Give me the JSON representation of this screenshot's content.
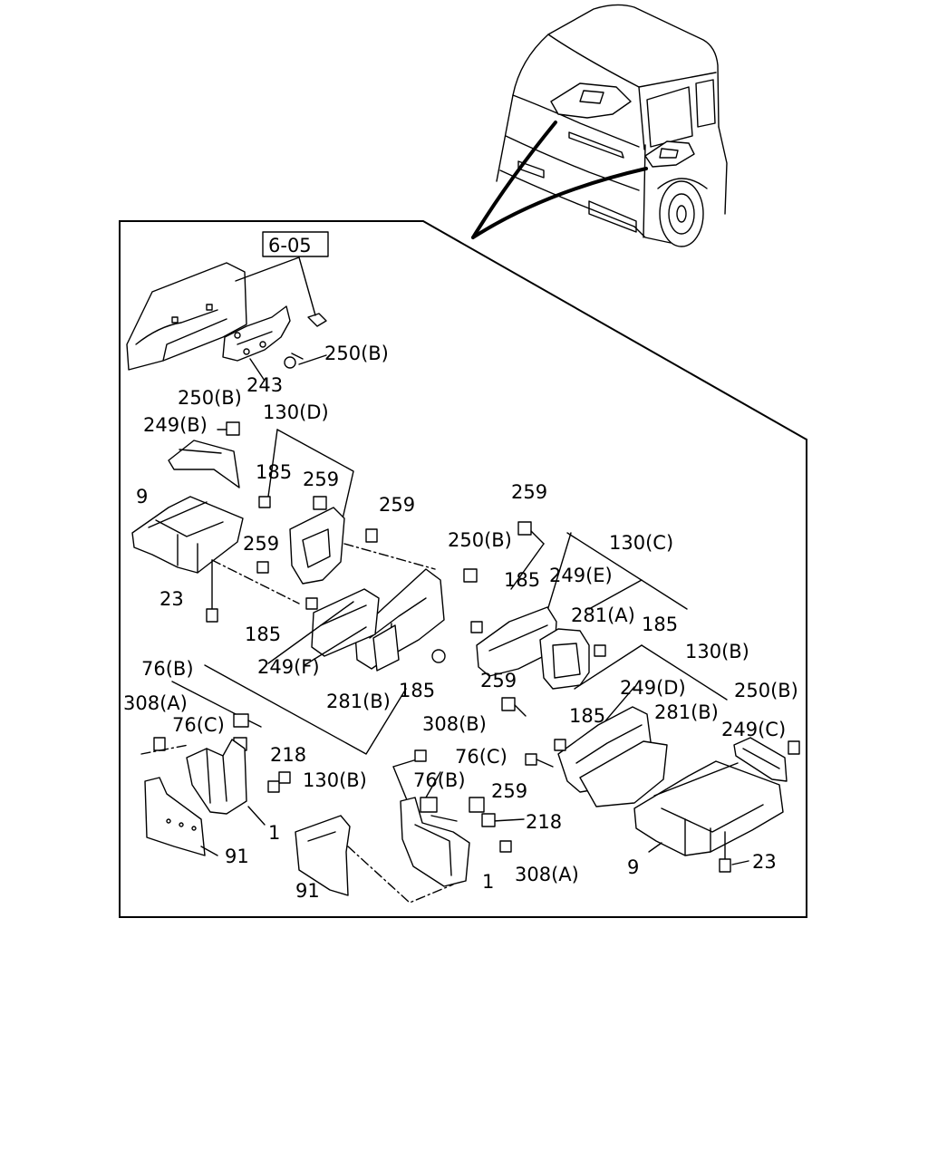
{
  "callouts": {
    "ref_6_05": "6-05",
    "l_250b_top": "250(B)",
    "l_243": "243",
    "l_250b_left": "250(B)",
    "l_249b": "249(B)",
    "l_130d": "130(D)",
    "l_185_a": "185",
    "l_259_a": "259",
    "l_9_left": "9",
    "l_259_b": "259",
    "l_259_c": "259",
    "l_23_left": "23",
    "l_185_b": "185",
    "l_76b_left": "76(B)",
    "l_249f": "249(F)",
    "l_308a_left": "308(A)",
    "l_76c_left": "76(C)",
    "l_281b_left": "281(B)",
    "l_185_c": "185",
    "l_218_left": "218",
    "l_130b_left": "130(B)",
    "l_1_left": "1",
    "l_91_left": "91",
    "l_259_d": "259",
    "l_250b_mid": "250(B)",
    "l_130c": "130(C)",
    "l_185_d": "185",
    "l_249e": "249(E)",
    "l_281a": "281(A)",
    "l_185_e": "185",
    "l_130b_right": "130(B)",
    "l_259_e": "259",
    "l_249d": "249(D)",
    "l_250b_right": "250(B)",
    "l_185_f": "185",
    "l_281b_right": "281(B)",
    "l_249c": "249(C)",
    "l_308b": "308(B)",
    "l_76c_mid": "76(C)",
    "l_76b_mid": "76(B)",
    "l_259_f": "259",
    "l_218_mid": "218",
    "l_308a_mid": "308(A)",
    "l_1_mid": "1",
    "l_91_mid": "91",
    "l_9_right": "9",
    "l_23_right": "23"
  }
}
